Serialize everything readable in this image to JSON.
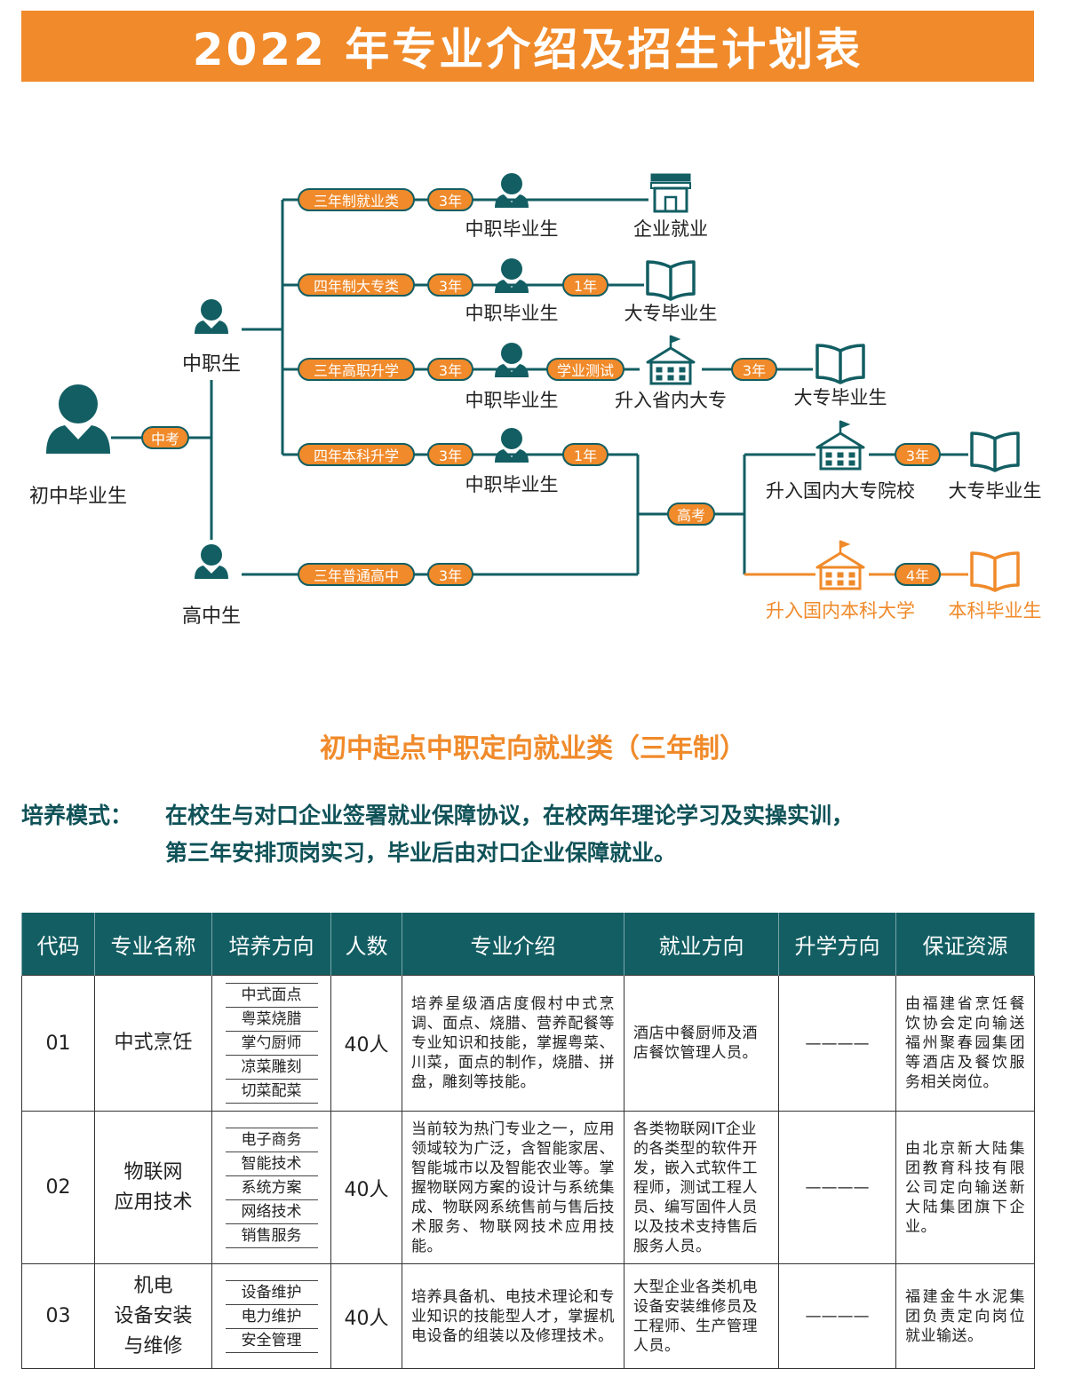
{
  "page_title": "2022 年专业介绍及招生计划表",
  "flow": {
    "start": "初中毕业生",
    "zhongkao": "中考",
    "zhongzhi": "中职生",
    "gaozhong": "高中生",
    "rows": [
      {
        "label": "三年制就业类",
        "years": "3年",
        "grad": "中职毕业生",
        "end": "企业就业"
      },
      {
        "label": "四年制大专类",
        "years": "3年",
        "grad": "中职毕业生",
        "extra": "1年",
        "end": "大专毕业生"
      },
      {
        "label": "三年高职升学",
        "years": "3年",
        "grad": "中职毕业生",
        "exam": "学业测试",
        "school": "升入省内大专",
        "years2": "3年",
        "end": "大专毕业生"
      },
      {
        "label": "四年本科升学",
        "years": "3年",
        "grad": "中职毕业生",
        "extra": "1年"
      }
    ],
    "highschool": {
      "label": "三年普通高中",
      "years": "3年"
    },
    "gaokao": "高考",
    "college": {
      "school": "升入国内大专院校",
      "years": "3年",
      "end": "大专毕业生"
    },
    "university": {
      "school": "升入国内本科大学",
      "years": "4年",
      "end": "本科毕业生"
    },
    "colors": {
      "teal": "#125e63",
      "orange": "#f08a2a"
    }
  },
  "section_title": "初中起点中职定向就业类（三年制）",
  "mode": {
    "label": "培养模式：",
    "line1": "在校生与对口企业签署就业保障协议，在校两年理论学习及实操实训，",
    "line2": "第三年安排顶岗实习，毕业后由对口企业保障就业。"
  },
  "table": {
    "headers": [
      "代码",
      "专业名称",
      "培养方向",
      "人数",
      "专业介绍",
      "就业方向",
      "升学方向",
      "保证资源"
    ],
    "rows": [
      {
        "code": "01",
        "name_lines": [
          "中式烹饪"
        ],
        "directions": [
          "中式面点",
          "粤菜烧腊",
          "掌勺厨师",
          "凉菜雕刻",
          "切菜配菜"
        ],
        "count": "40人",
        "intro": "培养星级酒店度假村中式烹调、面点、烧腊、营养配餐等专业知识和技能，掌握粤菜、川菜，面点的制作，烧腊、拼盘，雕刻等技能。",
        "job": "酒店中餐厨师及酒店餐饮管理人员。",
        "edu": "————",
        "resource": "由福建省烹饪餐饮协会定向输送福州聚春园集团等酒店及餐饮服务相关岗位。"
      },
      {
        "code": "02",
        "name_lines": [
          "物联网",
          "应用技术"
        ],
        "directions": [
          "电子商务",
          "智能技术",
          "系统方案",
          "网络技术",
          "销售服务"
        ],
        "count": "40人",
        "intro": "当前较为热门专业之一，应用领域较为广泛，含智能家居、智能城市以及智能农业等。掌握物联网方案的设计与系统集成、物联网系统售前与售后技术服务、物联网技术应用技能。",
        "job": "各类物联网IT企业的各类型的软件开发，嵌入式软件工程师，测试工程人员、编写固件人员以及技术支持售后服务人员。",
        "edu": "————",
        "resource": "由北京新大陆集团教育科技有限公司定向输送新大陆集团旗下企业。"
      },
      {
        "code": "03",
        "name_lines": [
          "机电",
          "设备安装",
          "与维修"
        ],
        "directions": [
          "设备维护",
          "电力维护",
          "安全管理"
        ],
        "count": "40人",
        "intro": "培养具备机、电技术理论和专业知识的技能型人才，掌握机电设备的组装以及修理技术。",
        "job": "大型企业各类机电设备安装维修员及工程师、生产管理人员。",
        "edu": "————",
        "resource": "福建金牛水泥集团负责定向岗位就业输送。"
      }
    ]
  }
}
